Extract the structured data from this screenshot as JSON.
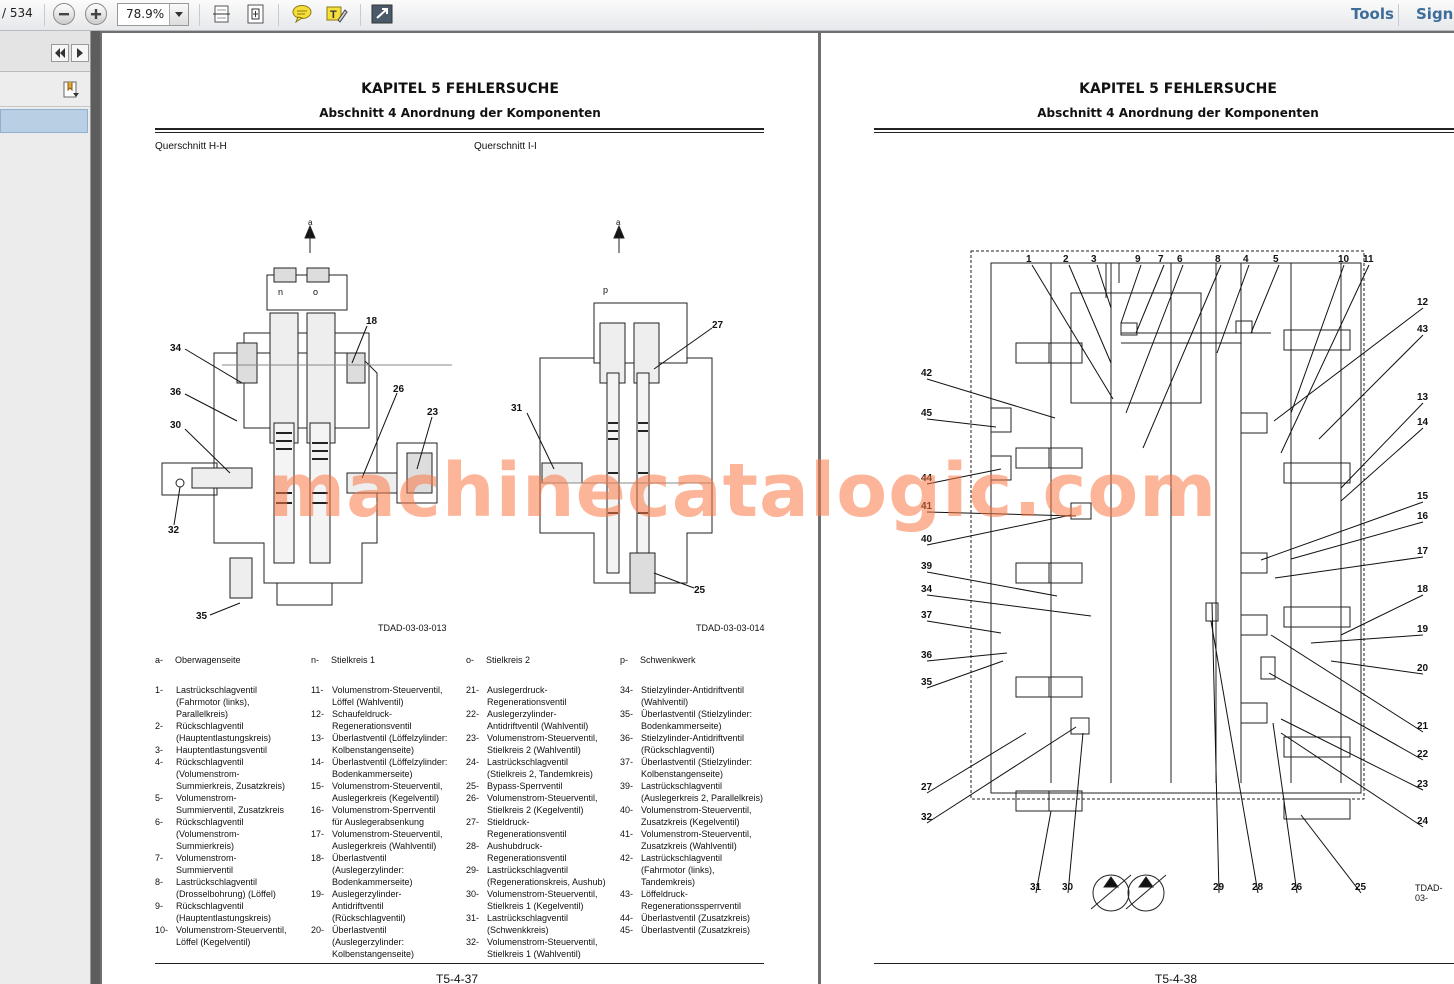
{
  "toolbar": {
    "page_count": "/ 534",
    "zoom": "78.9%",
    "tools_label": "Tools",
    "sign_label": "Sign"
  },
  "left_page": {
    "chapter": "KAPITEL 5 FEHLERSUCHE",
    "section": "Abschnitt 4 Anordnung der Komponenten",
    "caption_left": "Querschnitt H-H",
    "caption_right": "Querschnitt I-I",
    "code_left": "TDAD-03-03-013",
    "code_right": "TDAD-03-03-014",
    "page_number": "T5-4-37",
    "labels_hh": [
      "a",
      "n",
      "o",
      "18",
      "34",
      "36",
      "30",
      "26",
      "23",
      "32",
      "35"
    ],
    "labels_ii": [
      "a",
      "p",
      "27",
      "31",
      "25"
    ],
    "groups": [
      {
        "key": "a-",
        "text": "Oberwagenseite"
      },
      {
        "key": "n-",
        "text": "Stielkreis 1"
      },
      {
        "key": "o-",
        "text": "Stielkreis 2"
      },
      {
        "key": "p-",
        "text": "Schwenkwerk"
      }
    ],
    "legend_cols": [
      [
        {
          "n": "1-",
          "t": [
            "Lastrückschlagventil",
            "(Fahrmotor (links),",
            "Parallelkreis)"
          ]
        },
        {
          "n": "2-",
          "t": [
            "Rückschlagventil",
            "(Hauptentlastungskreis)"
          ]
        },
        {
          "n": "3-",
          "t": [
            "Hauptentlastungsventil"
          ]
        },
        {
          "n": "4-",
          "t": [
            "Rückschlagventil",
            "(Volumenstrom-",
            "Summierkreis, Zusatzkreis)"
          ]
        },
        {
          "n": "5-",
          "t": [
            "Volumenstrom-",
            "Summierventil, Zusatzkreis"
          ]
        },
        {
          "n": "6-",
          "t": [
            "Rückschlagventil",
            "(Volumenstrom-",
            "Summierkreis)"
          ]
        },
        {
          "n": "7-",
          "t": [
            "Volumenstrom-",
            "Summierventil"
          ]
        },
        {
          "n": "8-",
          "t": [
            "Lastrückschlagventil",
            "(Drosselbohrung) (Löffel)"
          ]
        },
        {
          "n": "9-",
          "t": [
            "Rückschlagventil",
            "(Hauptentlastungskreis)"
          ]
        },
        {
          "n": "10-",
          "t": [
            "Volumenstrom-Steuerventil,",
            "Löffel (Kegelventil)"
          ]
        }
      ],
      [
        {
          "n": "11-",
          "t": [
            "Volumenstrom-Steuerventil,",
            "Löffel (Wahlventil)"
          ]
        },
        {
          "n": "12-",
          "t": [
            "Schaufeldruck-",
            "Regenerationsventil"
          ]
        },
        {
          "n": "13-",
          "t": [
            "Überlastventil (Löffelzylinder:",
            "Kolbenstangenseite)"
          ]
        },
        {
          "n": "14-",
          "t": [
            "Überlastventil (Löffelzylinder:",
            "Bodenkammerseite)"
          ]
        },
        {
          "n": "15-",
          "t": [
            "Volumenstrom-Steuerventil,",
            "Auslegerkreis (Kegelventil)"
          ]
        },
        {
          "n": "16-",
          "t": [
            "Volumenstrom-Sperrventil",
            "für Auslegerabsenkung"
          ]
        },
        {
          "n": "17-",
          "t": [
            "Volumenstrom-Steuerventil,",
            "Auslegerkreis (Wahlventil)"
          ]
        },
        {
          "n": "18-",
          "t": [
            "Überlastventil",
            "(Auslegerzylinder:",
            "Bodenkammerseite)"
          ]
        },
        {
          "n": "19-",
          "t": [
            "Auslegerzylinder-",
            "Antidriftventil",
            "(Rückschlagventil)"
          ]
        },
        {
          "n": "20-",
          "t": [
            "Überlastventil",
            "(Auslegerzylinder:",
            "Kolbenstangenseite)"
          ]
        }
      ],
      [
        {
          "n": "21-",
          "t": [
            "Auslegerdruck-",
            "Regenerationsventil"
          ]
        },
        {
          "n": "22-",
          "t": [
            "Auslegerzylinder-",
            "Antidriftventil (Wahlventil)"
          ]
        },
        {
          "n": "23-",
          "t": [
            "Volumenstrom-Steuerventil,",
            "Stielkreis 2 (Wahlventil)"
          ]
        },
        {
          "n": "24-",
          "t": [
            "Lastrückschlagventil",
            "(Stielkreis 2, Tandemkreis)"
          ]
        },
        {
          "n": "25-",
          "t": [
            "Bypass-Sperrventil"
          ]
        },
        {
          "n": "26-",
          "t": [
            "Volumenstrom-Steuerventil,",
            "Stielkreis 2 (Kegelventil)"
          ]
        },
        {
          "n": "27-",
          "t": [
            "Stieldruck-",
            "Regenerationsventil"
          ]
        },
        {
          "n": "28-",
          "t": [
            "Aushubdruck-",
            "Regenerationsventil"
          ]
        },
        {
          "n": "29-",
          "t": [
            "Lastrückschlagventil",
            "(Regenerationskreis, Aushub)"
          ]
        },
        {
          "n": "30-",
          "t": [
            "Volumenstrom-Steuerventil,",
            "Stielkreis 1 (Kegelventil)"
          ]
        },
        {
          "n": "31-",
          "t": [
            "Lastrückschlagventil",
            "(Schwenkkreis)"
          ]
        },
        {
          "n": "32-",
          "t": [
            "Volumenstrom-Steuerventil,",
            "Stielkreis 1 (Wahlventil)"
          ]
        }
      ],
      [
        {
          "n": "34-",
          "t": [
            "Stielzylinder-Antidriftventil",
            "(Wahlventil)"
          ]
        },
        {
          "n": "35-",
          "t": [
            "Überlastventil (Stielzylinder:",
            "Bodenkammerseite)"
          ]
        },
        {
          "n": "36-",
          "t": [
            "Stielzylinder-Antidriftventil",
            "(Rückschlagventil)"
          ]
        },
        {
          "n": "37-",
          "t": [
            "Überlastventil (Stielzylinder:",
            "Kolbenstangenseite)"
          ]
        },
        {
          "n": "39-",
          "t": [
            "Lastrückschlagventil",
            "(Auslegerkreis 2, Parallelkreis)"
          ]
        },
        {
          "n": "40-",
          "t": [
            "Volumenstrom-Steuerventil,",
            "Zusatzkreis (Kegelventil)"
          ]
        },
        {
          "n": "41-",
          "t": [
            "Volumenstrom-Steuerventil,",
            "Zusatzkreis (Wahlventil)"
          ]
        },
        {
          "n": "42-",
          "t": [
            "Lastrückschlagventil",
            "(Fahrmotor (links),",
            "Tandemkreis)"
          ]
        },
        {
          "n": "43-",
          "t": [
            "Löffeldruck-",
            "Regenerationssperrventil"
          ]
        },
        {
          "n": "44-",
          "t": [
            "Überlastventil (Zusatzkreis)"
          ]
        },
        {
          "n": "45-",
          "t": [
            "Überlastventil (Zusatzkreis)"
          ]
        }
      ]
    ]
  },
  "right_page": {
    "chapter": "KAPITEL 5 FEHLERSUCHE",
    "section": "Abschnitt 4 Anordnung der Komponenten",
    "code": "TDAD-03-",
    "page_number": "T5-4-38",
    "top_labels": [
      "1",
      "2",
      "3",
      "9",
      "7",
      "6",
      "8",
      "4",
      "5",
      "10",
      "11"
    ],
    "left_labels": [
      "42",
      "45",
      "44",
      "41",
      "40",
      "39",
      "34",
      "37",
      "36",
      "35",
      "27",
      "32"
    ],
    "right_labels": [
      "12",
      "43",
      "13",
      "14",
      "15",
      "16",
      "17",
      "18",
      "19",
      "20",
      "21",
      "22",
      "23",
      "24"
    ],
    "bottom_labels": [
      "31",
      "30",
      "29",
      "28",
      "26",
      "25"
    ]
  },
  "watermark": "machinecatalogic.com"
}
